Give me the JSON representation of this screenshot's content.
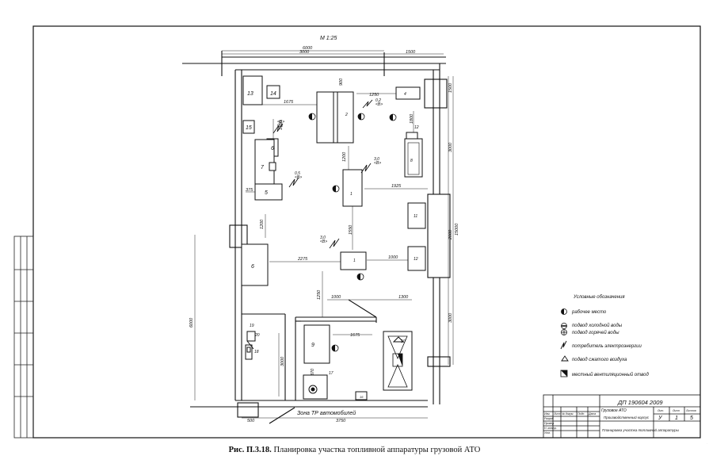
{
  "drawing": {
    "scale": "М 1:25",
    "dimensions": {
      "top_total": "6000",
      "top_left": "3000",
      "top_right": "1500",
      "d900": "900",
      "d1675_top": "1675",
      "d1250": "1250",
      "d1550": "1550",
      "d1800": "1800",
      "d1200_mid": "1200",
      "d1925": "1925",
      "d375": "375",
      "d1200_left": "1200",
      "d1550_b": "1550",
      "d2275": "2275",
      "d1000": "1000",
      "d1250_b": "1250",
      "d1000_b": "1000",
      "d1300": "1300",
      "d1675_bottom": "1675",
      "d370": "370",
      "right_1500": "1500",
      "right_3000": "3000",
      "right_3000b": "3000",
      "right_15000": "15000",
      "right_2000": "2000",
      "left_6000": "6000",
      "left_3000": "3000",
      "bottom_3750": "3750",
      "bottom_500": "500"
    },
    "power_labels": {
      "p2": "0,2\n<В>",
      "p6": "<В>\n0,5",
      "p5": "0,5\n<В>",
      "p7": "3,0\n<В>",
      "p1": "3,0\n<В>"
    },
    "equipment": [
      "1",
      "2",
      "4",
      "5",
      "6",
      "7",
      "8",
      "9",
      "10",
      "11",
      "12",
      "12",
      "13",
      "14",
      "15",
      "16",
      "17",
      "18",
      "19",
      "20",
      "21"
    ],
    "zone_label": "Зона ТР автомобилей"
  },
  "legend": {
    "title": "Условные обозначения",
    "items": [
      {
        "icon": "half-filled-circle",
        "label": "рабочее место"
      },
      {
        "icon": "cold-water-symbol",
        "label": "подвод холодной воды"
      },
      {
        "icon": "hot-water-symbol",
        "label": "подвод горячей воды"
      },
      {
        "icon": "lightning-symbol",
        "label": "потребитель электроэнергии"
      },
      {
        "icon": "triangle-symbol",
        "label": "подвод сжатого воздуха"
      },
      {
        "icon": "ventilation-symbol",
        "label": "местный вентиляционный отвод"
      }
    ]
  },
  "title_block": {
    "code": "ДП 190604 2009",
    "cols": [
      "Изм.",
      "Лист",
      "№ докум.",
      "Подп.",
      "Дата"
    ],
    "rows": [
      "Разраб.",
      "Провер.",
      "Н. контр.",
      "Утв."
    ],
    "org": "Грузовое АТО",
    "desc1": "Производственный корпус",
    "desc2": "Планировка участка топливной аппаратуры",
    "lit_header": "Лит.",
    "sheet_header": "Лист",
    "sheets_header": "Листов",
    "lit": "У",
    "sheet": "1",
    "sheets": "5"
  },
  "caption": {
    "bold": "Рис. П.3.18.",
    "text": "Планировка участка топливной аппаратуры грузовой АТО"
  }
}
